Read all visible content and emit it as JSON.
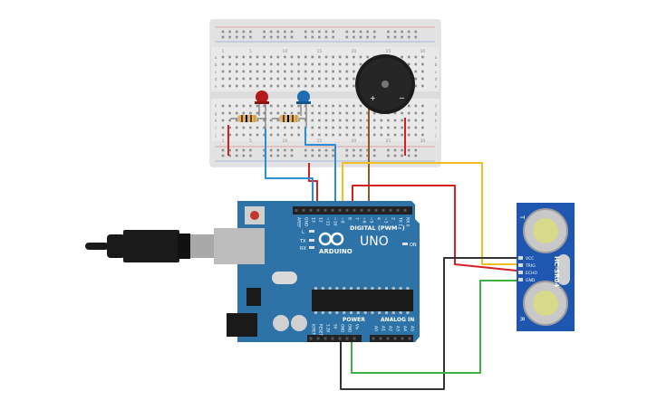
{
  "board": {
    "brand": "ARDUINO",
    "model": "UNO",
    "digital_label": "DIGITAL (PWM~)",
    "power_label": "POWER",
    "analog_label": "ANALOG IN",
    "on_label": "ON",
    "l_label": "L",
    "tx_label": "TX",
    "rx_label": "RX",
    "top_pins": [
      "AREF",
      "GND",
      "13",
      "12",
      "~11",
      "~10",
      "~9",
      "8",
      "7",
      "~6",
      "~5",
      "4",
      "~3",
      "2",
      "TX 1",
      "RX 0"
    ],
    "power_pins": [
      "IOREF",
      "RESET",
      "3.3V",
      "5V",
      "GND",
      "GND",
      "Vin"
    ],
    "analog_pins": [
      "A0",
      "A1",
      "A2",
      "A3",
      "A4",
      "A5"
    ],
    "colors": {
      "pcb": "#2d73a8",
      "pcb_dark": "#1f5a8a",
      "header": "#222222"
    }
  },
  "sensor": {
    "name": "HC-SR04",
    "pins": [
      "VCC",
      "TRIG",
      "ECHO",
      "GND"
    ],
    "label_t": "T",
    "label_r": "R",
    "color": "#1e56b0"
  },
  "breadboard": {
    "columns": [
      "1",
      "",
      "",
      "",
      "5",
      "",
      "",
      "",
      "",
      "10",
      "",
      "",
      "",
      "",
      "15",
      "",
      "",
      "",
      "",
      "20",
      "",
      "",
      "",
      "",
      "25",
      "",
      "",
      "",
      "",
      "30"
    ],
    "rows_top": [
      "a",
      "b",
      "c",
      "d",
      "e"
    ],
    "rows_bottom": [
      "f",
      "g",
      "h",
      "i",
      "j"
    ]
  },
  "buzzer": {
    "plus": "+",
    "minus": "−"
  },
  "led_colors": {
    "red": "#b31b1b",
    "blue": "#1d6db0"
  },
  "wire_colors": {
    "red": "#d42020",
    "blue": "#2a8fd0",
    "yellow": "#f0c020",
    "green": "#3cb043",
    "black": "#333333",
    "brown": "#8b5a2b"
  }
}
